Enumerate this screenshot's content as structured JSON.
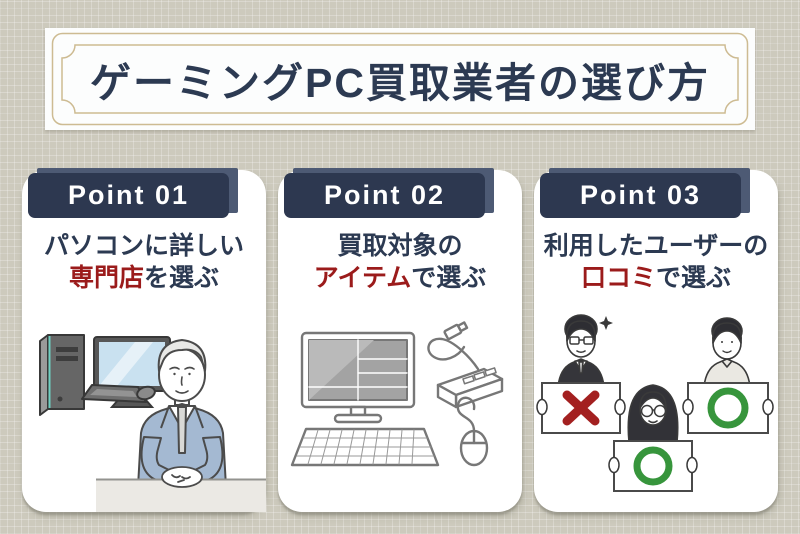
{
  "header": {
    "title": "ゲーミングPC買取業者の選び方"
  },
  "points": [
    {
      "badge": "Point 01",
      "title": {
        "line1": "パソコンに詳しい",
        "highlight": "専門店",
        "suffix": "を選ぶ"
      },
      "illustration": "pc-setup-and-shop-staff"
    },
    {
      "badge": "Point 02",
      "title": {
        "line1": "買取対象の",
        "highlight": "アイテム",
        "suffix": "で選ぶ"
      },
      "illustration": "pc-peripheral-items"
    },
    {
      "badge": "Point 03",
      "title": {
        "line1": "利用したユーザーの",
        "highlight": "口コミ",
        "suffix": "で選ぶ"
      },
      "illustration": "users-holding-review-signs"
    }
  ],
  "colors": {
    "background_beige": "#cdcabd",
    "title_navy": "#2c3a52",
    "badge_navy": "#2d3850",
    "badge_back_navy": "#4d5a74",
    "highlight_red": "#9b1b1b",
    "cross_red": "#a32020",
    "circle_green": "#37953c",
    "frame_gold": "#cdbb92",
    "suit_blue": "#a4b9d2",
    "screen_blue": "#c9e1f0"
  }
}
